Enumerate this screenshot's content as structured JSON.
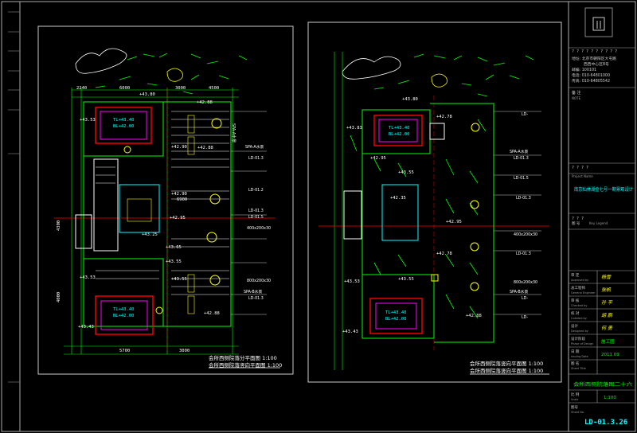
{
  "drawing": {
    "left_title_1": "会所西侧院落分平面图 1:100",
    "left_title_2": "会所西侧院落竖向平面图 1:100",
    "right_title_1": "会所西侧院落竖向平面图 1:100",
    "right_title_2": "会所西侧院落竖向平面图 1:100",
    "left_dims_top": [
      "2240",
      "6000",
      "3000",
      "4500"
    ],
    "left_dims_bottom": [
      "5700",
      "3000"
    ],
    "left_dims_side": [
      "6900",
      "4300",
      "4000"
    ],
    "left_elevations": [
      "+43.80",
      "+43.53",
      "+42.88",
      "+42.88",
      "+42.90",
      "+42.90",
      "+43.25",
      "+42.95",
      "+43.65",
      "+43.55",
      "+42.88",
      "+43.55",
      "+43.53",
      "+43.43"
    ],
    "left_pool_labels": [
      "TL+43.40",
      "BL+42.00"
    ],
    "left_callouts": [
      "SPA-A水景",
      "LD-01.3",
      "LD-01.2",
      "LD-01.3",
      "LD-01.5",
      "SPA-B水景",
      "LD-01.3"
    ],
    "left_spec_labels": [
      "400x200x30",
      "800x200x30"
    ],
    "right_elevations": [
      "+43.80",
      "+43.83",
      "+42.78",
      "+43.55",
      "+42.95",
      "+42.35",
      "+42.95",
      "+42.78",
      "+43.53",
      "+43.55",
      "+43.43",
      "+42.88"
    ],
    "right_pool_labels": [
      "TL+43.40",
      "BL+42.00"
    ],
    "right_callouts": [
      "LD-",
      "SPA-A水景",
      "LD-01.3",
      "LD-01.5",
      "LD-01.3",
      "LD-01.3",
      "SPA-B水景",
      "LD-",
      "LD-"
    ],
    "right_spec_labels": [
      "400x200x30",
      "800x200x30"
    ]
  },
  "title_block": {
    "top_marks": "? ? ? ? ? ? ? ? ? ?",
    "address_lines": [
      "地址: 北京市朝阳区大屯路",
      "西西中心区8号",
      "邮编: 100101",
      "电话: 010-64801000",
      "传真: 010-64805542"
    ],
    "section_label": "备 注",
    "section_sub": "NOTE",
    "project_marks": "? ? ? ?",
    "project_en": "Project Name",
    "project_title": "南京仙林湖金七号一期景观设计",
    "project_sub": "? ? ?",
    "drawing_no_label": "图 号",
    "drawing_no_en": "Key Legend",
    "rows": [
      {
        "label": "审 定",
        "en": "Approved by",
        "value": "杨雪"
      },
      {
        "label": "总工程师",
        "en": "General Engineer",
        "value": "张帆"
      },
      {
        "label": "审 核",
        "en": "Checked by",
        "value": "孙 平"
      },
      {
        "label": "校 对",
        "en": "Collated by",
        "value": "胡 鹏"
      },
      {
        "label": "设计",
        "en": "Designed by",
        "value": "何 勇"
      },
      {
        "label": "设计阶段",
        "en": "Phase of Design",
        "value": "施工图"
      },
      {
        "label": "日 期",
        "en": "Issuing Date",
        "value": "2011.09"
      }
    ],
    "drawing_title_label": "图 名",
    "drawing_title_en": "Sheet Title",
    "drawing_title": "会所西侧院落图二十六",
    "scale_label": "比 例",
    "scale_en": "Scale",
    "scale_value": "1:100",
    "sheet_no_label": "图号",
    "sheet_no_en": "Sheet No.",
    "sheet_no": "LD-01.3.26"
  }
}
